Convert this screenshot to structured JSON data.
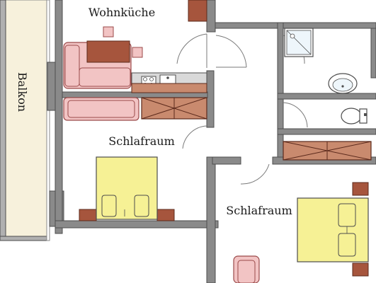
{
  "rooms": {
    "wohnkueche": "Wohnküche",
    "balkon": "Balkon",
    "schlafraum_1": "Schlafraum",
    "schlafraum_2": "Schlafraum"
  },
  "colors": {
    "background": "#ffffff",
    "balcony_floor": "#f7f1dc",
    "wall": "#8a8a8a",
    "wall_outline": "#4d4d4d",
    "sofa": "#f2c4c4",
    "sofa_outline": "#9b4a4a",
    "table": "#a6553d",
    "bed": "#f6f195",
    "bed_outline": "#807a30",
    "cabinet": "#c98a6e",
    "kitchen_counter": "#d9d9d9",
    "nightstand": "#a6553d",
    "door_arc": "#7a7a7a"
  }
}
